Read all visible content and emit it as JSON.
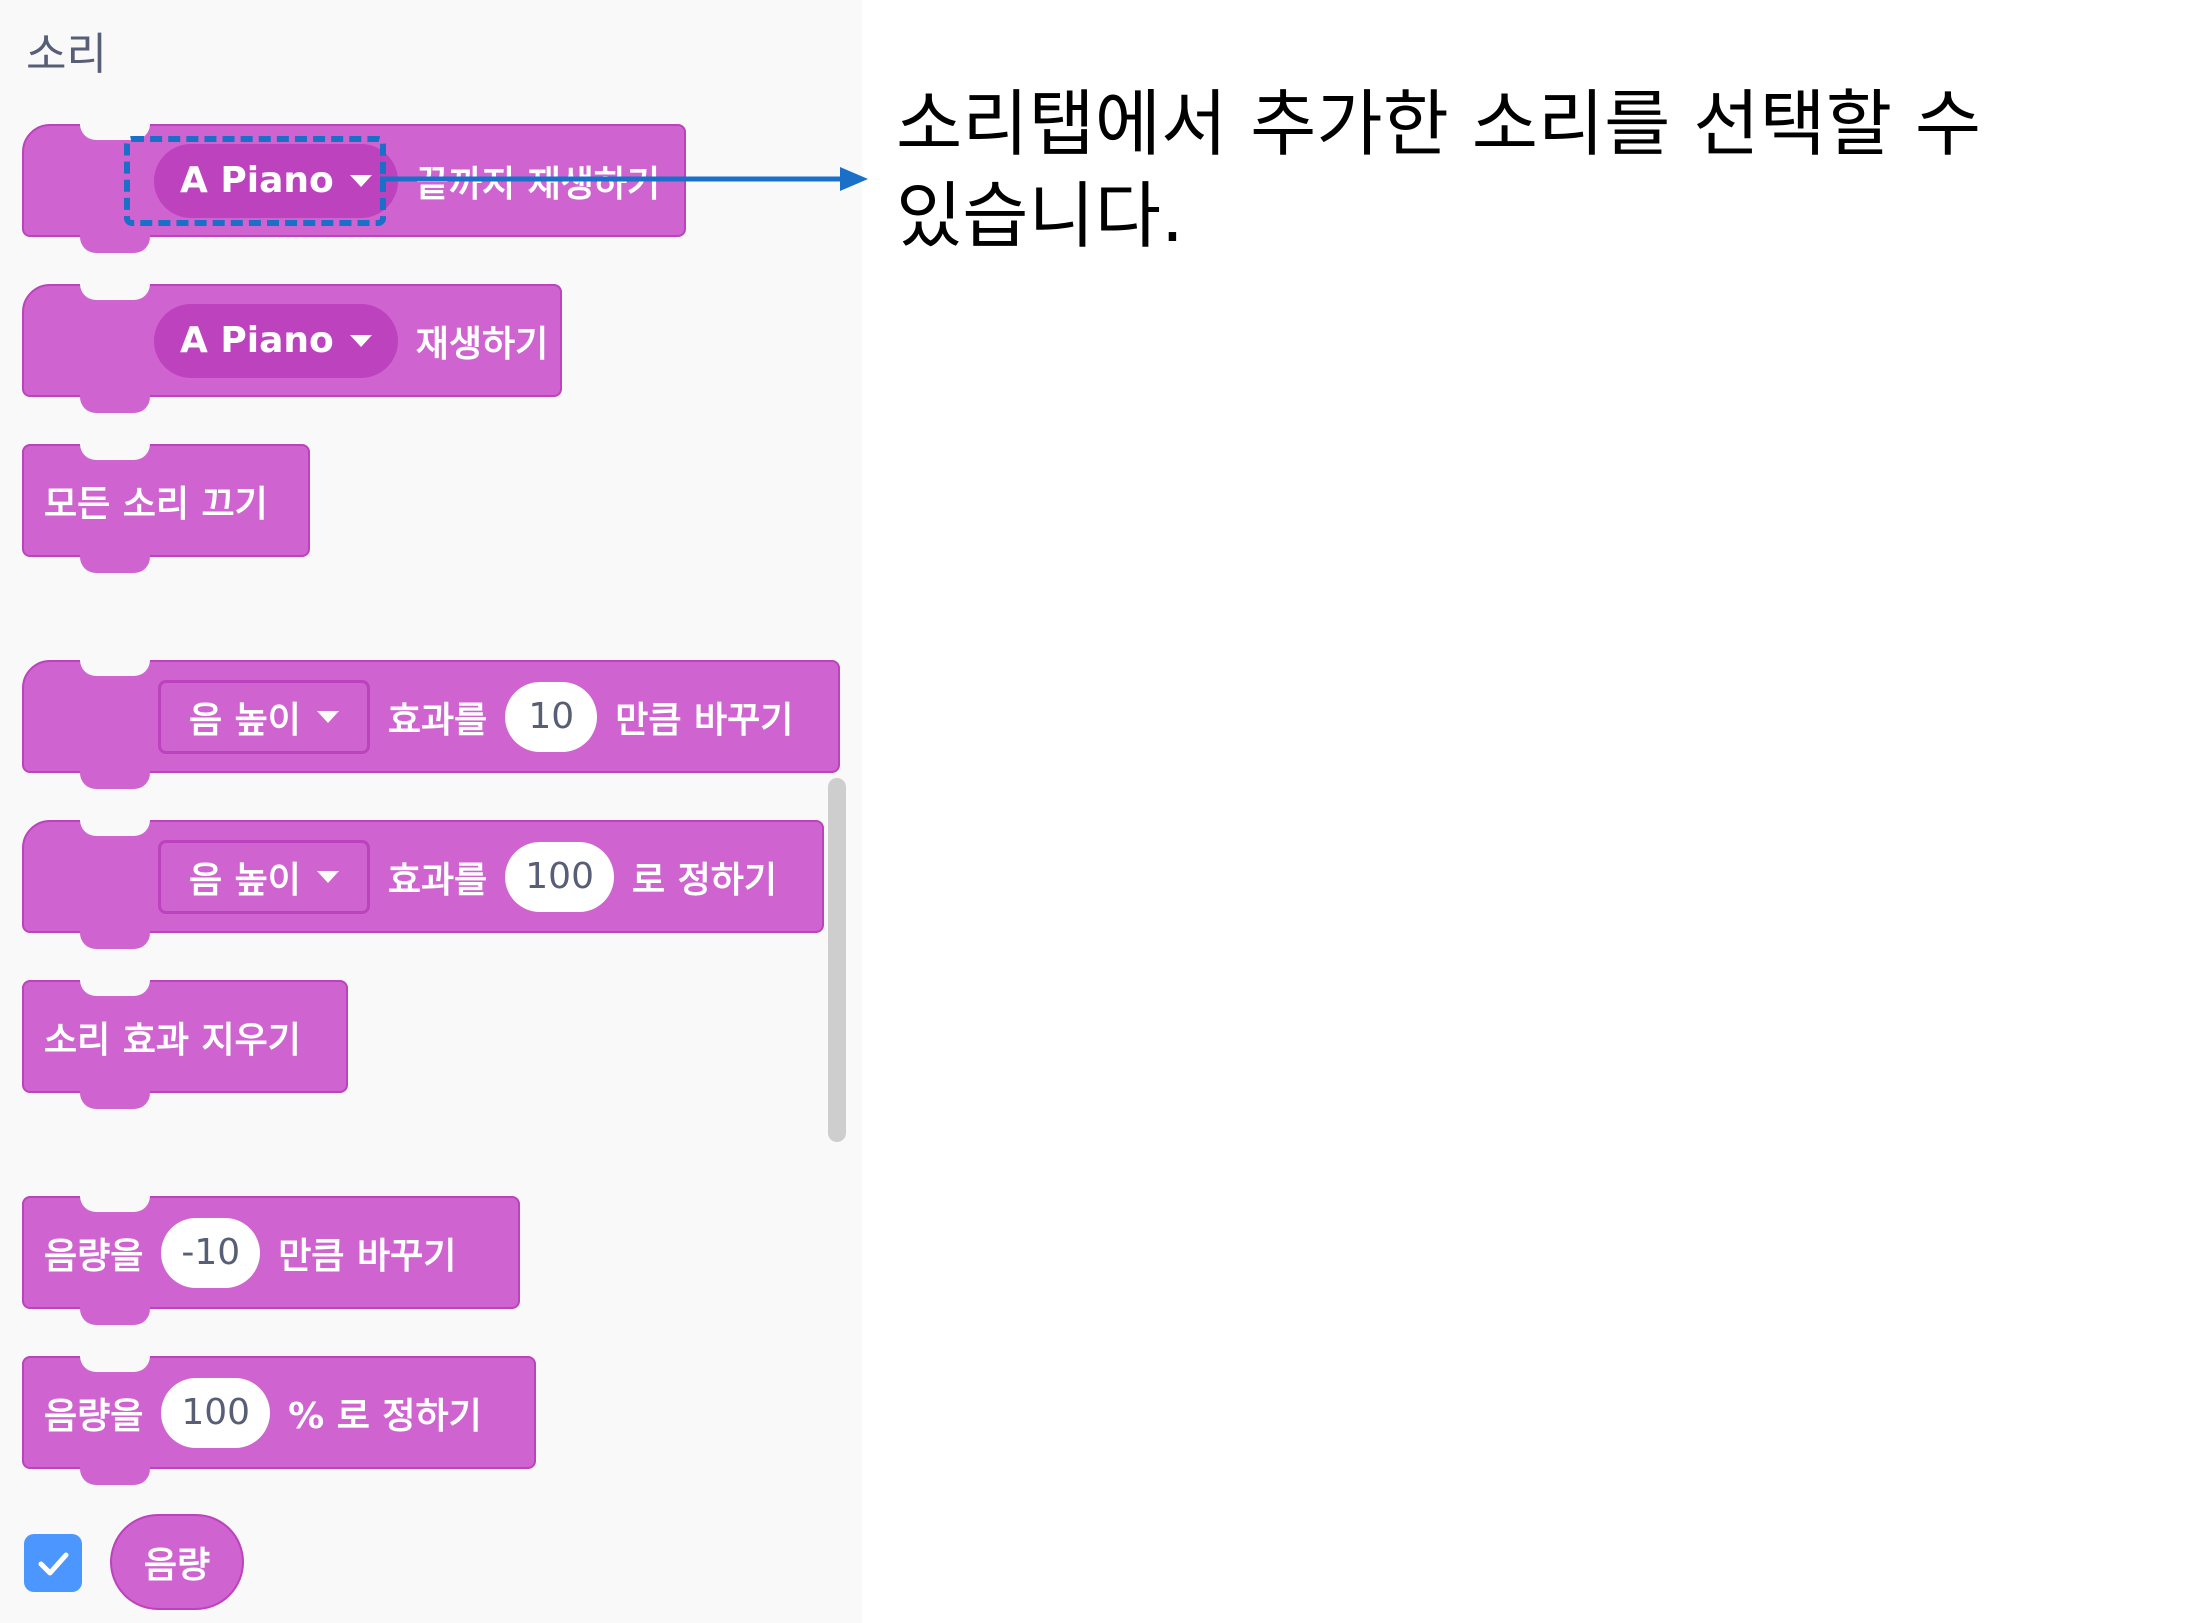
{
  "palette": {
    "category_title": "소리",
    "blocks": {
      "play_until_done": {
        "sound": "A Piano",
        "label": "끝까지 재생하기"
      },
      "start_sound": {
        "sound": "A Piano",
        "label": "재생하기"
      },
      "stop_all": {
        "label": "모든 소리 끄기"
      },
      "change_effect": {
        "effect": "음 높이",
        "label_mid": "효과를",
        "value": "10",
        "label_end": "만큼 바꾸기"
      },
      "set_effect": {
        "effect": "음 높이",
        "label_mid": "효과를",
        "value": "100",
        "label_end": "로 정하기"
      },
      "clear_effects": {
        "label": "소리 효과 지우기"
      },
      "change_volume": {
        "label_start": "음량을",
        "value": "-10",
        "label_end": "만큼 바꾸기"
      },
      "set_volume": {
        "label_start": "음량을",
        "value": "100",
        "label_end": "% 로 정하기"
      },
      "volume_reporter": {
        "label": "음량",
        "checked": true
      }
    }
  },
  "annotation": {
    "line1": "소리탭에서 추가한 소리를 선택할 수",
    "line2": "있습니다."
  },
  "colors": {
    "sound_block": "#cf63cf",
    "sound_block_border": "#bd42bd",
    "highlight": "#1a6fc9",
    "checkbox": "#4c97ff"
  },
  "icons": {
    "dropdown": "caret-down-icon",
    "checkbox": "checkmark-icon",
    "pointer": "arrow-right-icon"
  }
}
